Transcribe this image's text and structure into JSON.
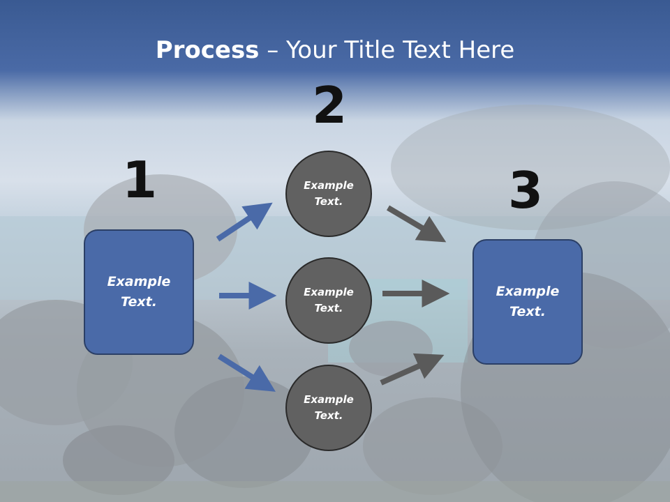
{
  "title": {
    "bold": "Process",
    "rest": " – Your Title Text Here"
  },
  "steps": {
    "one": "1",
    "two": "2",
    "three": "3"
  },
  "left_box": {
    "line1": "Example",
    "line2": "Text."
  },
  "circles": [
    {
      "line1": "Example",
      "line2": "Text."
    },
    {
      "line1": "Example",
      "line2": "Text."
    },
    {
      "line1": "Example",
      "line2": "Text."
    }
  ],
  "right_box": {
    "line1": "Example",
    "line2": "Text."
  },
  "colors": {
    "box": "#4a6aa8",
    "circle": "#616161",
    "arrow_in": "#4a6aa8",
    "arrow_out": "#5a5a5a",
    "header": "#3a5a92"
  }
}
